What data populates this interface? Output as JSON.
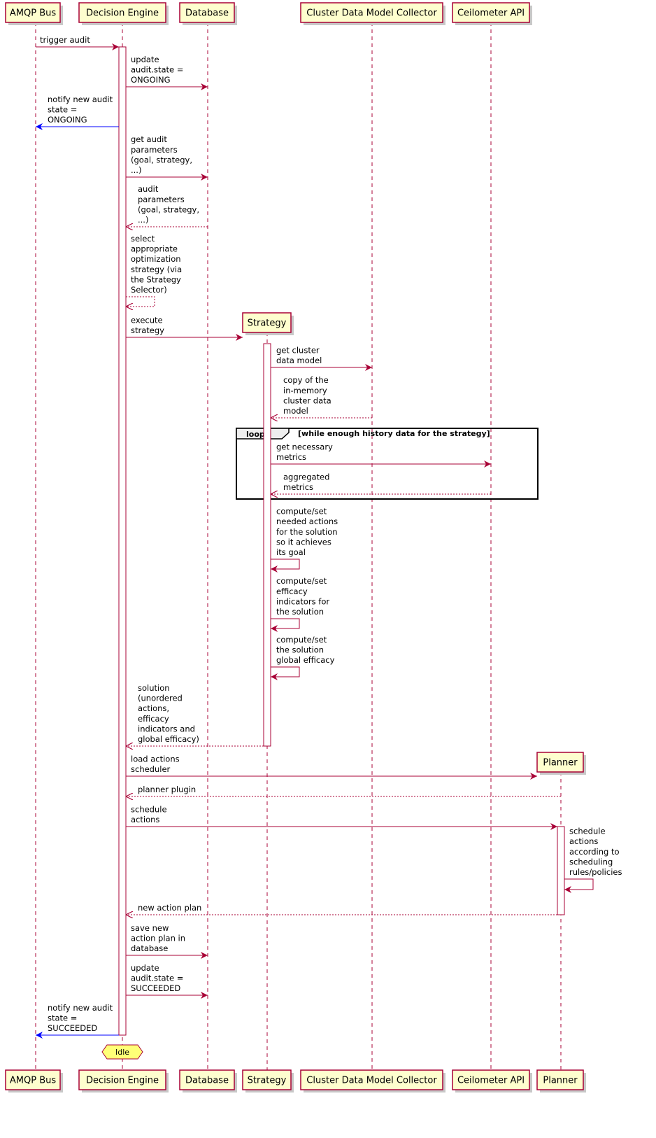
{
  "participants": {
    "amqp": "AMQP Bus",
    "engine": "Decision Engine",
    "db": "Database",
    "strategy": "Strategy",
    "cdmc": "Cluster Data Model Collector",
    "ceilometer": "Ceilometer API",
    "planner": "Planner"
  },
  "colors": {
    "line": "#a80036",
    "notify": "#0000ff",
    "box_fill": "#fefece",
    "idle_fill": "#ffff77",
    "loop_header": "#eeeeee"
  },
  "messages": {
    "m1": [
      "trigger audit"
    ],
    "m2": [
      "update",
      "audit.state =",
      "ONGOING"
    ],
    "m3": [
      "notify new audit",
      "state =",
      "ONGOING"
    ],
    "m4": [
      "get audit",
      "parameters",
      "(goal, strategy,",
      "...)"
    ],
    "m5": [
      "audit",
      "parameters",
      "(goal, strategy,",
      "...)"
    ],
    "m6": [
      "select",
      "appropriate",
      "optimization",
      "strategy (via",
      "the Strategy",
      "Selector)"
    ],
    "m7": [
      "execute",
      "strategy"
    ],
    "m8": [
      "get cluster",
      "data model"
    ],
    "m9": [
      "copy of the",
      "in-memory",
      "cluster data",
      "model"
    ],
    "m10": [
      "get necessary",
      "metrics"
    ],
    "m11": [
      "aggregated",
      "metrics"
    ],
    "m12": [
      "compute/set",
      "needed actions",
      "for the solution",
      "so it achieves",
      "its goal"
    ],
    "m13": [
      "compute/set",
      "efficacy",
      "indicators for",
      "the solution"
    ],
    "m14": [
      "compute/set",
      "the solution",
      "global efficacy"
    ],
    "m15": [
      "solution",
      "(unordered",
      "actions,",
      "efficacy",
      "indicators and",
      "global efficacy)"
    ],
    "m16": [
      "load actions",
      "scheduler"
    ],
    "m17": [
      "planner plugin"
    ],
    "m18": [
      "schedule",
      "actions"
    ],
    "m19": [
      "schedule",
      "actions",
      "according to",
      "scheduling",
      "rules/policies"
    ],
    "m20": [
      "new action plan"
    ],
    "m21": [
      "save new",
      "action plan in",
      "database"
    ],
    "m22": [
      "update",
      "audit.state =",
      "SUCCEEDED"
    ],
    "m23": [
      "notify new audit",
      "state =",
      "SUCCEEDED"
    ]
  },
  "loop": {
    "label": "loop",
    "condition": "[while enough history data for the strategy]"
  },
  "final_state": "Idle"
}
